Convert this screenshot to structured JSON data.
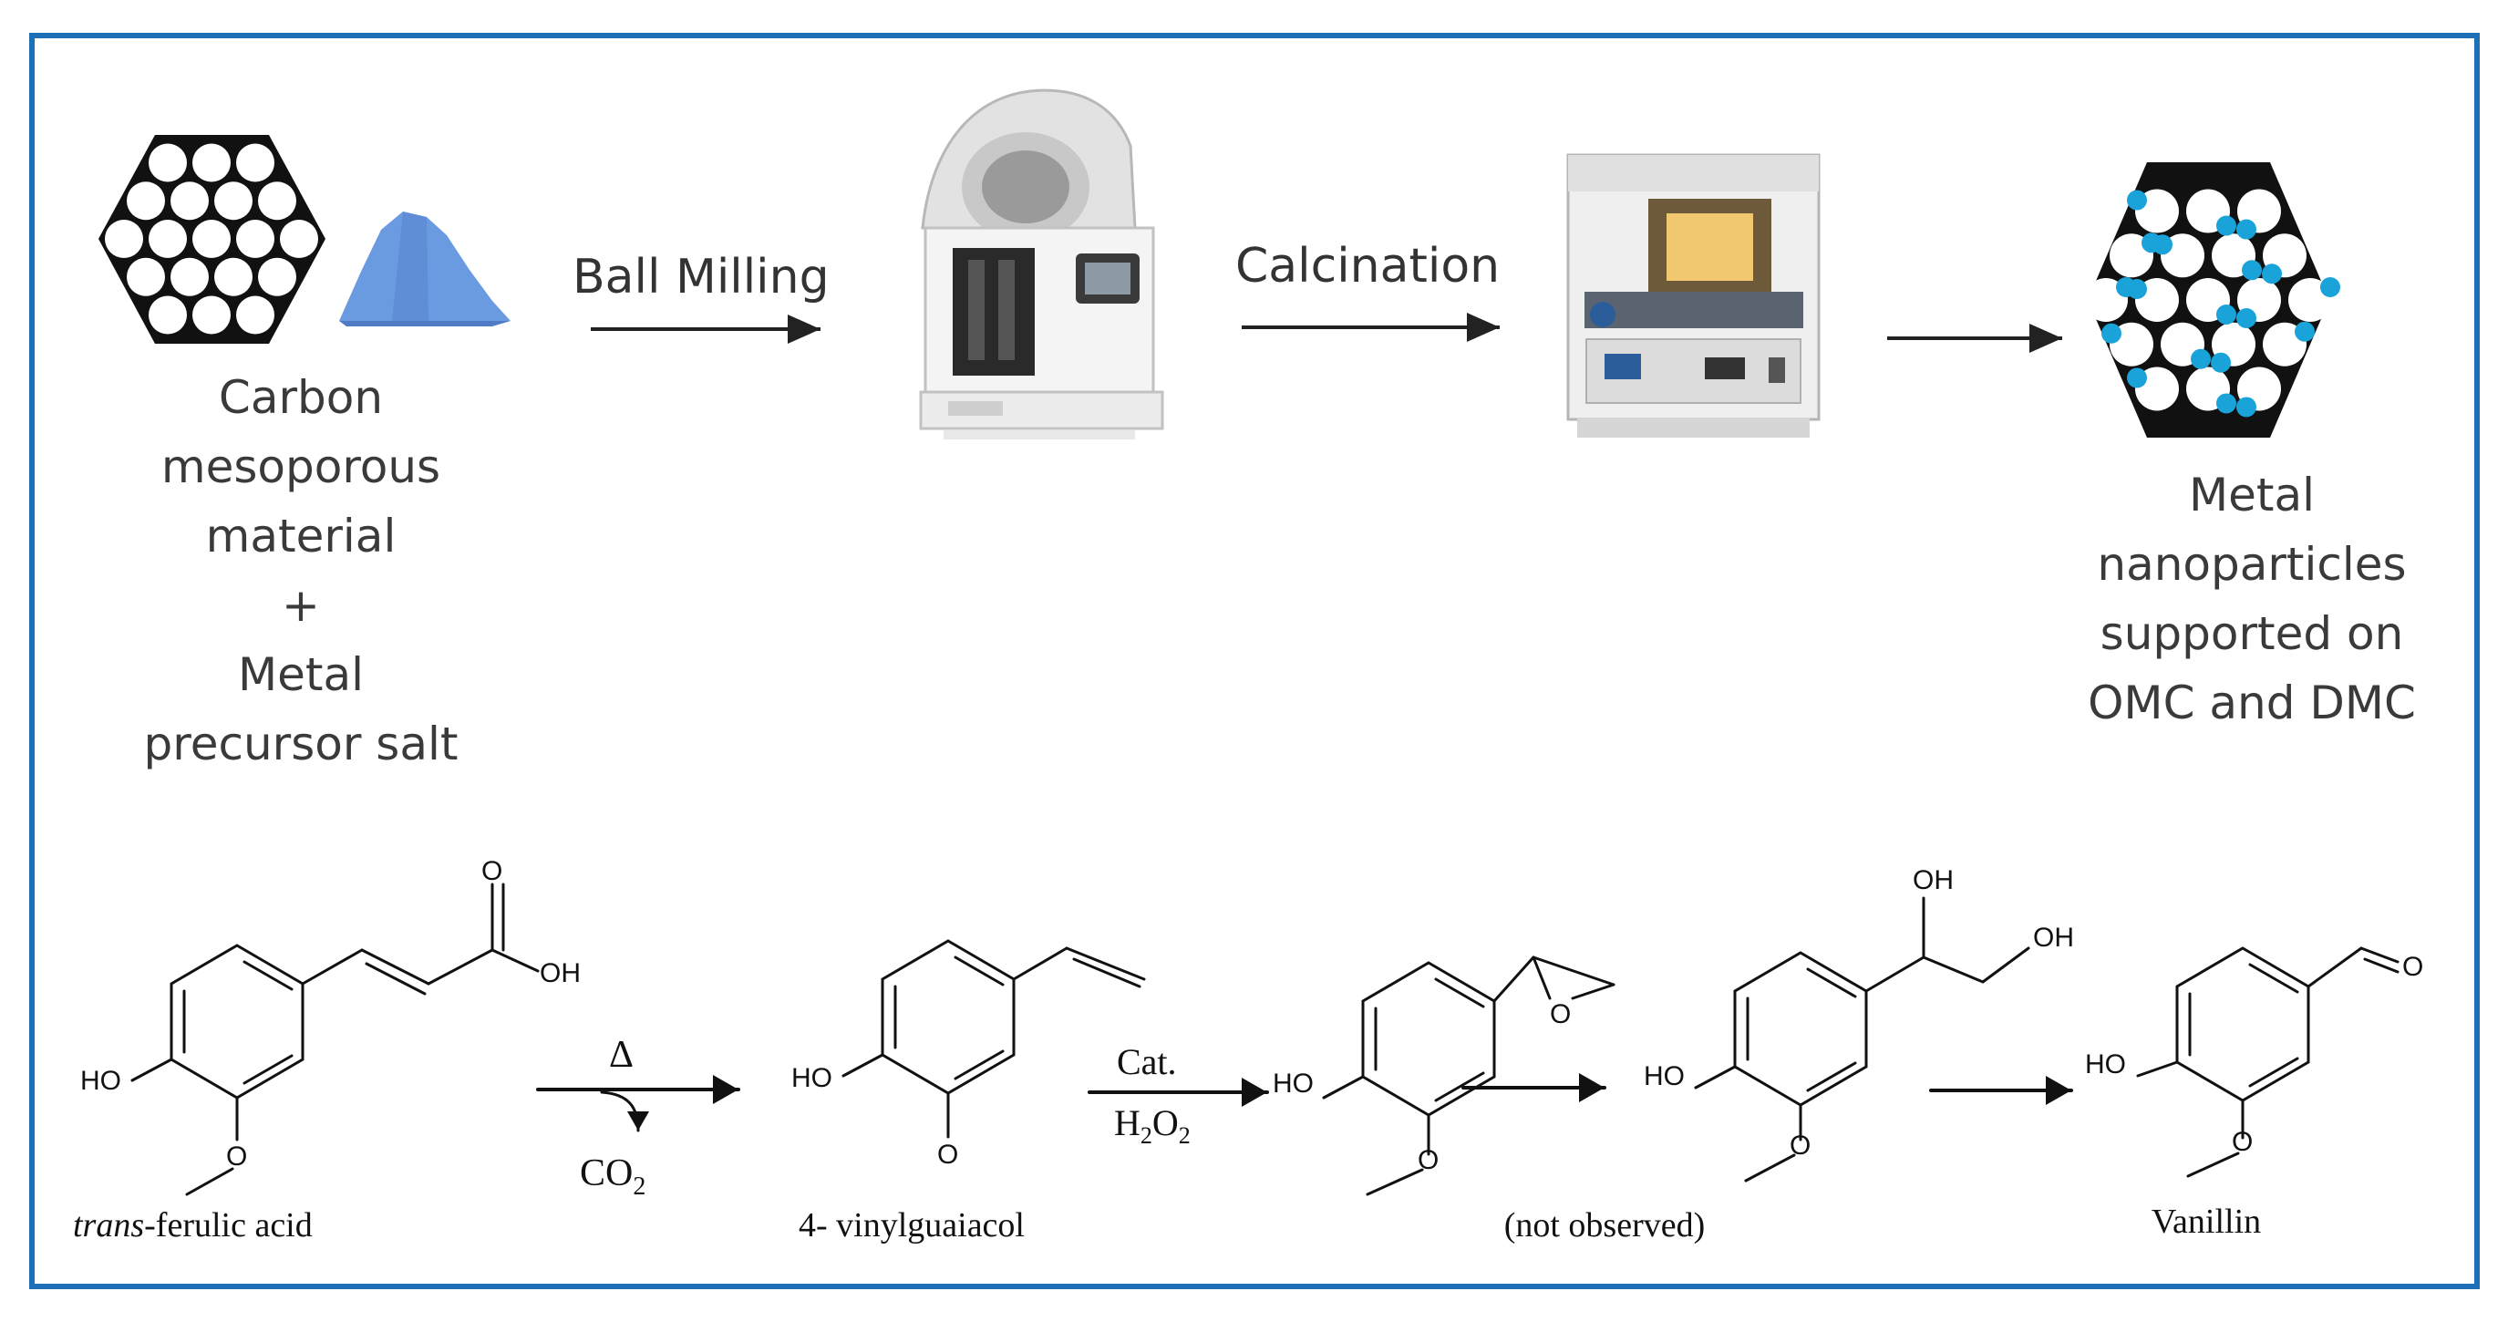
{
  "top_row": {
    "input_label_lines": [
      "Carbon",
      "mesoporous",
      "material",
      "+",
      "Metal",
      "precursor salt"
    ],
    "step1_label": "Ball Milling",
    "step2_label": "Calcination",
    "output_label_lines": [
      "Metal",
      "nanoparticles",
      "supported on",
      "OMC and DMC"
    ]
  },
  "bottom_row": {
    "compound1_prefix": "trans",
    "compound1_suffix": "-ferulic acid",
    "compound2_label": "4- vinylguaiacol",
    "compound3_label": "(not observed)",
    "compound5_label": "Vanillin",
    "arrow1_above": "Δ",
    "arrow1_below_base": "CO",
    "arrow1_below_sub": "2",
    "arrow2_above": "Cat.",
    "arrow2_below_part1": "H",
    "arrow2_below_sub1": "2",
    "arrow2_below_part2": "O",
    "arrow2_below_sub2": "2",
    "atom_oh": "OH",
    "atom_ho": "HO",
    "atom_o": "O"
  },
  "colors": {
    "frame": "#1f6fb8",
    "nanoparticle": "#1aa3d9",
    "precursor_salt": "#6a9be0"
  }
}
